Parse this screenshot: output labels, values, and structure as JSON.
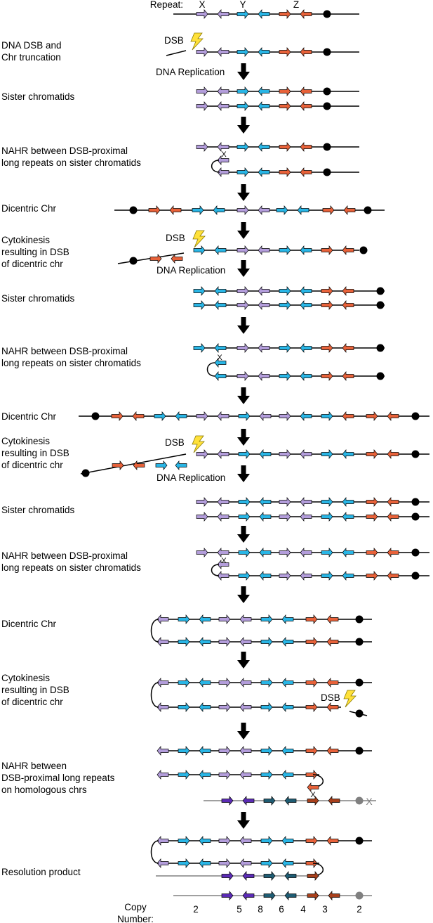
{
  "header": {
    "repeat_label": "Repeat:",
    "x": "X",
    "y": "Y",
    "z": "Z"
  },
  "steps": [
    {
      "lines": [
        "DNA DSB and",
        "Chr truncation"
      ]
    },
    {
      "lines": [
        "Sister chromatids"
      ]
    },
    {
      "lines": [
        "NAHR between DSB-proximal",
        "long repeats on sister chromatids"
      ]
    },
    {
      "lines": [
        "Dicentric Chr"
      ]
    },
    {
      "lines": [
        "Cytokinesis",
        "resulting in DSB",
        "of dicentric chr"
      ]
    },
    {
      "lines": [
        "Sister chromatids"
      ]
    },
    {
      "lines": [
        "NAHR between DSB-proximal",
        "long repeats on sister chromatids"
      ]
    },
    {
      "lines": [
        "Dicentric Chr"
      ]
    },
    {
      "lines": [
        "Cytokinesis",
        "resulting in DSB",
        "of dicentric chr"
      ]
    },
    {
      "lines": [
        "Sister chromatids"
      ]
    },
    {
      "lines": [
        "NAHR between DSB-proximal",
        "long repeats on sister chromatids"
      ]
    },
    {
      "lines": [
        "Dicentric Chr"
      ]
    },
    {
      "lines": [
        "Cytokinesis",
        "resulting in DSB",
        "of dicentric chr"
      ]
    },
    {
      "lines": [
        "NAHR between",
        "DSB-proximal long repeats",
        "on homologous chrs"
      ]
    },
    {
      "lines": [
        "Resolution product"
      ]
    }
  ],
  "dsb_label": "DSB",
  "replication_label": "DNA Replication",
  "crossover_mark": "X",
  "copy_number": {
    "label_lines": [
      "Copy",
      "Number:"
    ],
    "values": [
      "2",
      "5",
      "8",
      "6",
      "4",
      "3",
      "2"
    ]
  },
  "colors": {
    "purple": "#b39ddb",
    "cyan": "#29b6e6",
    "orange": "#e8623a",
    "dark_purple": "#5b2bb5",
    "dark_teal": "#1f5c73",
    "dark_orange": "#a8401c",
    "gray": "#808080",
    "bolt": "#ffe13a"
  },
  "icons": [
    "lightning-bolt-icon",
    "down-arrow-icon",
    "centromere-dot"
  ]
}
